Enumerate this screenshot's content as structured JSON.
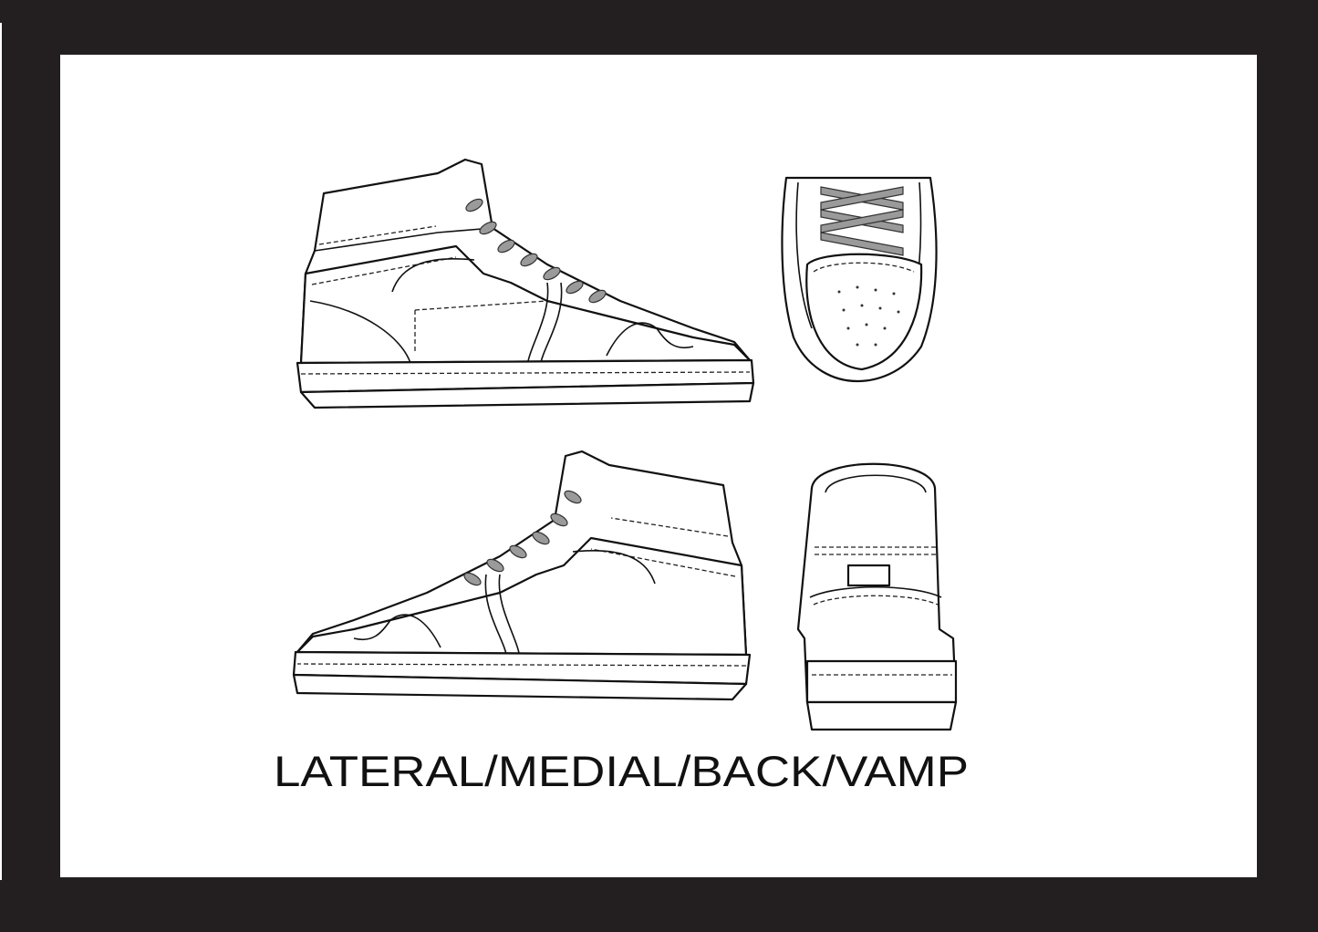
{
  "caption": "LATERAL/MEDIAL/BACK/VAMP",
  "views": [
    "lateral",
    "medial",
    "back",
    "vamp"
  ],
  "colors": {
    "frame": "#231f20",
    "sheet": "#ffffff",
    "lace": "#9a9a9a"
  }
}
